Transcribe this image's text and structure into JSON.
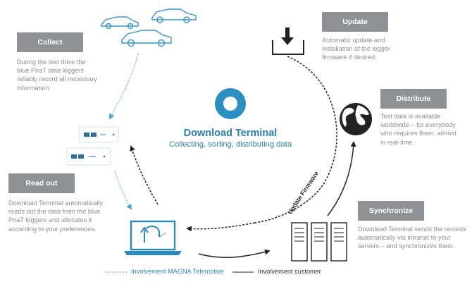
{
  "center": {
    "title": "Download Terminal",
    "subtitle": "Collecting, sorting, distributing data"
  },
  "steps": [
    {
      "label": "Collect",
      "text": [
        "During the test drive the",
        "blue PiraT data loggers",
        "reliably record all necessary",
        "information."
      ]
    },
    {
      "label": "Read out",
      "text": [
        "Download Terminal automatically",
        "reads out the data from the blue",
        "PiraT loggers and allocates it",
        "according to your preferences."
      ]
    },
    {
      "label": "Update",
      "text": [
        "Automatic update and",
        "installation of the logger",
        "firmware if desired."
      ]
    },
    {
      "label": "Distribute",
      "text": [
        "Test data is available",
        "worldwide – for everybody",
        "who requires them, almost",
        "in real-time."
      ]
    },
    {
      "label": "Synchronize",
      "text": [
        "Download Terminal sends the records",
        "automatically via intranet to your",
        "servers – and synchronizes them."
      ]
    }
  ],
  "arc_label": "Update Firmware",
  "legend": {
    "blue": "Involvement MAGNA Telemotive",
    "dark": "Involvement customer"
  },
  "colors": {
    "accent": "#2b89ba",
    "tag": "#8e9296",
    "text": "#8a8f94"
  },
  "icons": [
    "car-icon",
    "data-logger-icon",
    "laptop-icon",
    "download-icon",
    "globe-icon",
    "server-icon",
    "ring-logo-icon"
  ]
}
